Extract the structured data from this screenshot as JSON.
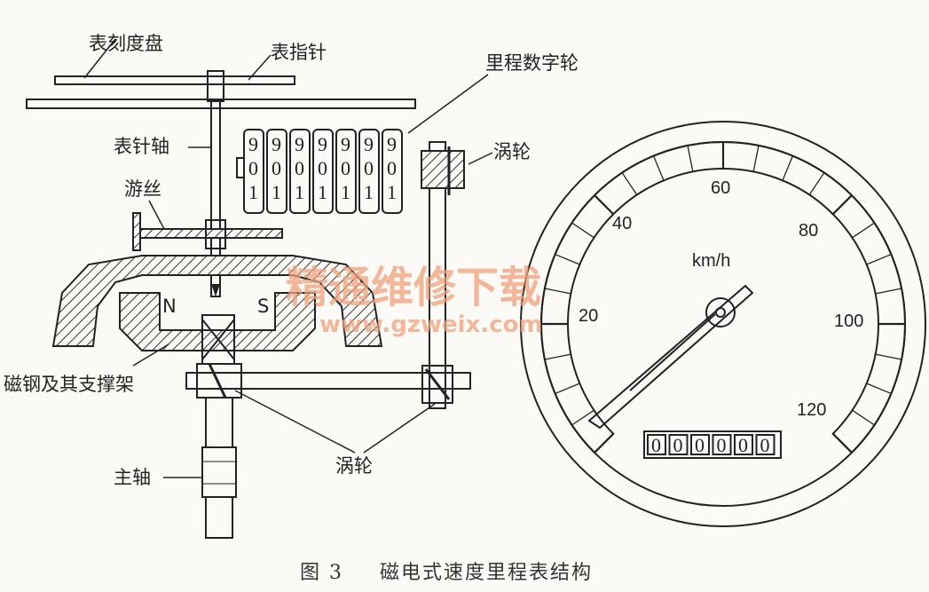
{
  "labels": {
    "dial_plate": "表刻度盘",
    "pointer": "表指针",
    "odometer_wheels": "里程数字轮",
    "pointer_shaft": "表针轴",
    "worm_top": "涡轮",
    "hairspring": "游丝",
    "magnet_n": "N",
    "magnet_s": "S",
    "magnet_support": "磁钢及其支撑架",
    "main_shaft": "主轴",
    "worm_bottom": "涡轮"
  },
  "digit_wheels": [
    [
      "9",
      "0",
      "1"
    ],
    [
      "9",
      "0",
      "1"
    ],
    [
      "9",
      "0",
      "1"
    ],
    [
      "9",
      "0",
      "1"
    ],
    [
      "9",
      "0",
      "1"
    ],
    [
      "9",
      "0",
      "1"
    ],
    [
      "9",
      "0",
      "1"
    ]
  ],
  "gauge": {
    "unit": "km/h",
    "ticks": [
      "20",
      "40",
      "60",
      "80",
      "100",
      "120"
    ],
    "odometer": [
      "0",
      "0",
      "0",
      "0",
      "0",
      "0"
    ]
  },
  "watermark": {
    "title": "精通维修下载",
    "url": "www.gzweix.com"
  },
  "caption": {
    "figure": "图 3",
    "title": "磁电式速度里程表结构"
  },
  "colors": {
    "ink": "#222222",
    "watermark": "#f2a07a",
    "background": "#fbfaf6"
  }
}
